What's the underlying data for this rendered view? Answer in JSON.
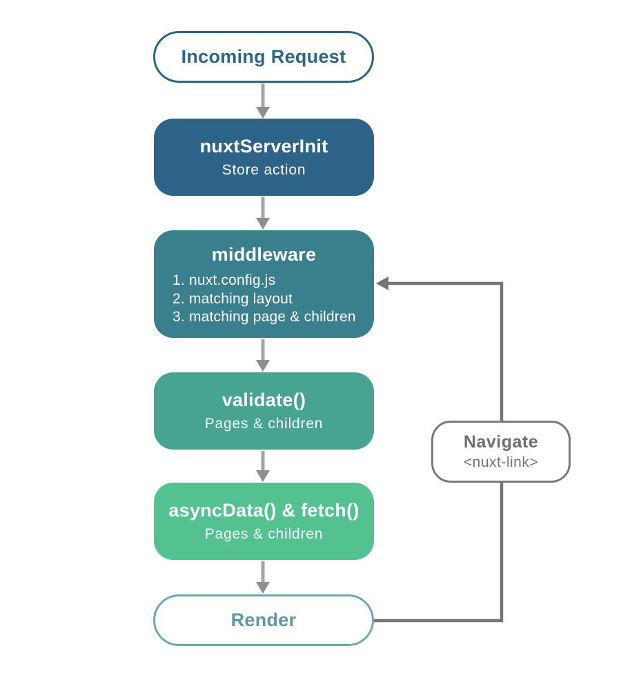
{
  "diagram": {
    "name": "Nuxt server-side lifecycle flowchart",
    "nodes": {
      "incoming_request": {
        "label": "Incoming Request"
      },
      "nuxt_server_init": {
        "title": "nuxtServerInit",
        "subtitle": "Store action"
      },
      "middleware": {
        "title": "middleware",
        "items": [
          "1. nuxt.config.js",
          "2. matching layout",
          "3. matching page & children"
        ]
      },
      "validate": {
        "title": "validate()",
        "subtitle": "Pages & children"
      },
      "async_data": {
        "title": "asyncData() & fetch()",
        "subtitle": "Pages & children"
      },
      "render": {
        "label": "Render"
      },
      "navigate": {
        "title": "Navigate",
        "subtitle": "<nuxt-link>"
      }
    },
    "edges": [
      "incoming_request -> nuxt_server_init",
      "nuxt_server_init -> middleware",
      "middleware -> validate",
      "validate -> async_data",
      "async_data -> render",
      "render -> navigate -> middleware (loop)"
    ],
    "colors": {
      "incoming_outline": "#2b6484",
      "nuxt_server_init_fill": "#2e6389",
      "middleware_fill": "#397f8d",
      "validate_fill": "#46a491",
      "async_data_fill": "#54c191",
      "render_border": "#6ea7b0",
      "render_text": "#5b98a5",
      "navigate_border": "#7a7a7a",
      "navigate_text": "#6e6e6e",
      "arrow_gray": "#a5a5a5",
      "arrowhead_gray": "#8f8f8f",
      "loop_gray": "#757575",
      "node_text": "#ffffff",
      "background": "#ffffff"
    }
  }
}
